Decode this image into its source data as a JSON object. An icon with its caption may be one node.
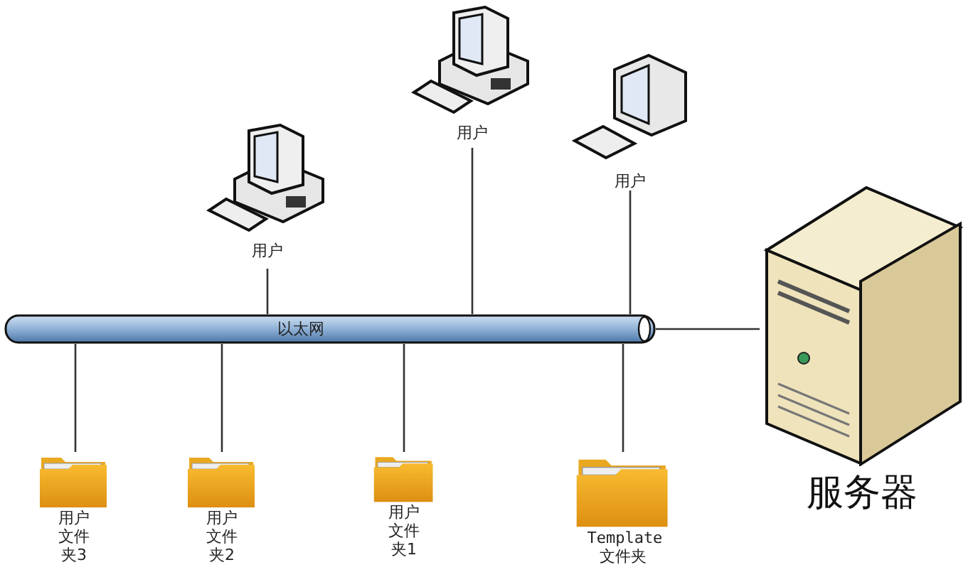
{
  "diagram": {
    "nodes": [
      {
        "text": [
          "用户"
        ]
      },
      {
        "text": [
          "用户"
        ]
      },
      {
        "text": [
          "用户"
        ]
      },
      {
        "text": [
          "以太网"
        ]
      },
      {
        "text": [
          "用户文件夹3"
        ]
      },
      {
        "text": [
          "用户文件夹2"
        ]
      },
      {
        "text": [
          "用户文件夹1"
        ]
      },
      {
        "text": [
          "Template 文件夹"
        ]
      },
      {
        "text": [
          "服务器"
        ]
      }
    ],
    "edges": [
      {
        "from": 0,
        "to": 3,
        "arrow": "none"
      },
      {
        "from": 1,
        "to": 3,
        "arrow": "none"
      },
      {
        "from": 2,
        "to": 3,
        "arrow": "none"
      },
      {
        "from": 3,
        "to": 4,
        "arrow": "none"
      },
      {
        "from": 3,
        "to": 5,
        "arrow": "none"
      },
      {
        "from": 3,
        "to": 6,
        "arrow": "none"
      },
      {
        "from": 3,
        "to": 7,
        "arrow": "none"
      },
      {
        "from": 3,
        "to": 8,
        "arrow": "none"
      }
    ]
  }
}
